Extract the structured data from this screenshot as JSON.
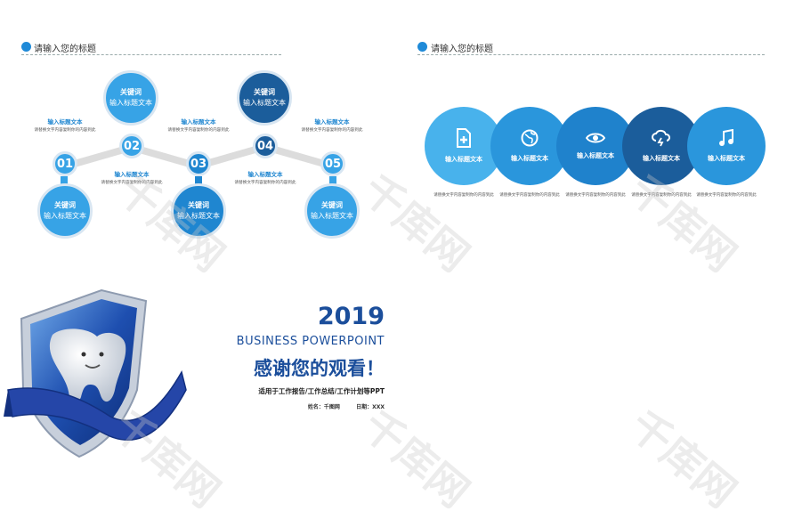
{
  "left_slide": {
    "title": "请输入您的标题",
    "nodes": [
      {
        "num": "01",
        "keyword": "关键词",
        "subtitle": "输入标题文本",
        "label_title": "输入标题文本",
        "label_desc": "请替换文字内容复制你的内容到此"
      },
      {
        "num": "02",
        "keyword": "关键词",
        "subtitle": "输入标题文本",
        "label_title": "输入标题文本",
        "label_desc": "请替换文字内容复制你的内容到此"
      },
      {
        "num": "03",
        "keyword": "关键词",
        "subtitle": "输入标题文本",
        "label_title": "输入标题文本",
        "label_desc": "请替换文字内容复制你的内容到此"
      },
      {
        "num": "04",
        "keyword": "关键词",
        "subtitle": "输入标题文本",
        "label_title": "输入标题文本",
        "label_desc": "请替换文字内容复制你的内容到此"
      },
      {
        "num": "05",
        "keyword": "关键词",
        "subtitle": "输入标题文本",
        "label_title": "输入标题文本",
        "label_desc": "请替换文字内容复制你的内容到此"
      }
    ],
    "colors": {
      "light": "#37a3e6",
      "mid": "#1f86d0",
      "dark": "#1b5d9b"
    }
  },
  "right_slide": {
    "title": "请输入您的标题",
    "items": [
      {
        "icon": "document-plus-icon",
        "label": "输入标题文本",
        "desc": "请替换文字内容复制你的内容到此",
        "color": "#48b2ec"
      },
      {
        "icon": "globe-icon",
        "label": "输入标题文本",
        "desc": "请替换文字内容复制你的内容到此",
        "color": "#2a96dc"
      },
      {
        "icon": "eye-icon",
        "label": "输入标题文本",
        "desc": "请替换文字内容复制你的内容到此",
        "color": "#1f82cc"
      },
      {
        "icon": "cloud-lightning-icon",
        "label": "输入标题文本",
        "desc": "请替换文字内容复制你的内容到此",
        "color": "#1b5d9b"
      },
      {
        "icon": "music-note-icon",
        "label": "输入标题文本",
        "desc": "请替换文字内容复制你的内容到此",
        "color": "#2a96dc"
      }
    ]
  },
  "end_slide": {
    "year": "2019",
    "subtitle": "BUSINESS POWERPOINT",
    "thanks": "感谢您的观看！",
    "tagline": "适用于工作报告/工作总结/工作计划等PPT",
    "name_label": "姓名：千图网",
    "date_label": "日期：XXX",
    "year_color": "#1b4e9b"
  },
  "watermark": "千库网"
}
